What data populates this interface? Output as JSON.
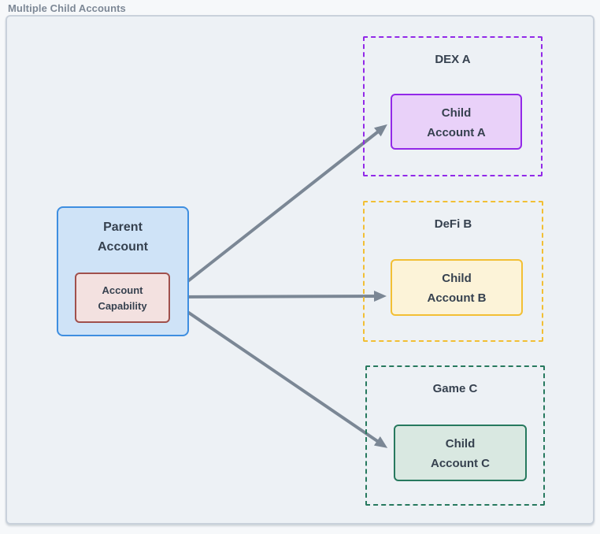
{
  "diagram": {
    "title": "Multiple Child Accounts",
    "parent": {
      "label_line1": "Parent",
      "label_line2": "Account",
      "capability_line1": "Account",
      "capability_line2": "Capability"
    },
    "zones": [
      {
        "name": "DEX A",
        "child_line1": "Child",
        "child_line2": "Account A"
      },
      {
        "name": "DeFi B",
        "child_line1": "Child",
        "child_line2": "Account B"
      },
      {
        "name": "Game C",
        "child_line1": "Child",
        "child_line2": "Account C"
      }
    ],
    "colors": {
      "canvas_background": "#edf1f5",
      "canvas_border": "#c9d1db",
      "title_text": "#7d8896",
      "node_text": "#36414f",
      "parent_fill": "#cfe3f7",
      "parent_border": "#3e8ee0",
      "capability_fill": "#f3e1e0",
      "capability_border": "#a0504c",
      "dex_fill": "#e9d1f9",
      "dex_border": "#9229e8",
      "defi_fill": "#fcf3d8",
      "defi_border": "#f2bf34",
      "game_fill": "#d9e8e1",
      "game_border": "#27795e",
      "arrow": "#7b8795"
    }
  }
}
